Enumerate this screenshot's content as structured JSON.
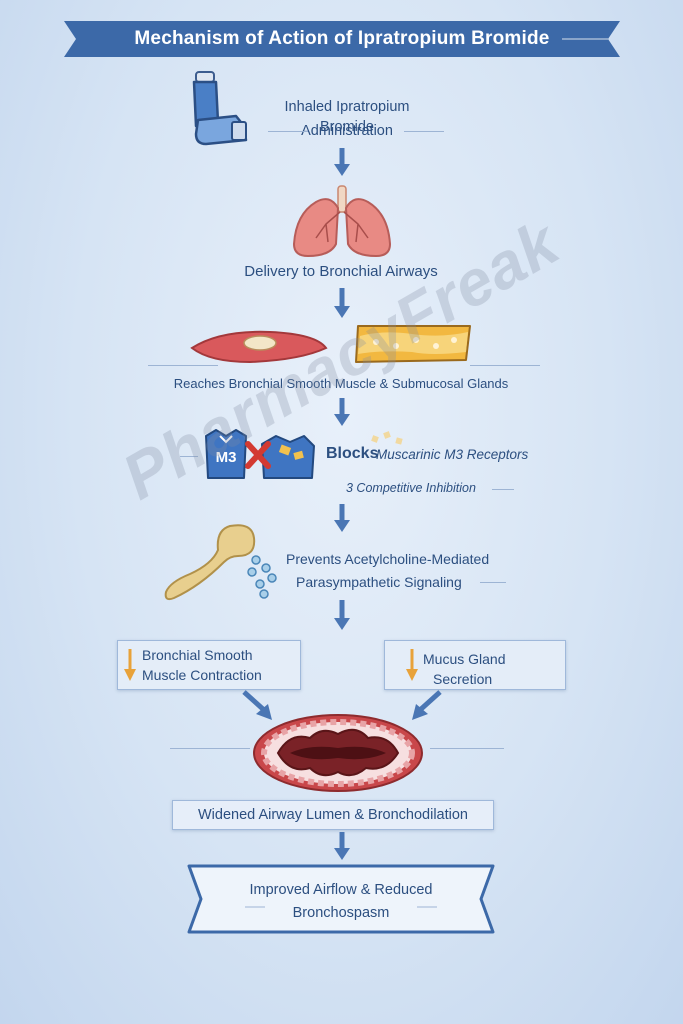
{
  "title": "Mechanism of Action of Ipratropium Bromide",
  "steps": {
    "s1_line1": "Inhaled Ipratropium Bromide",
    "s1_line2": "Administration",
    "s2": "Delivery to Bronchial Airways",
    "s3": "Reaches Bronchial Smooth Muscle & Submucosal Glands",
    "s4_main_bold": "Blocks",
    "s4_main_rest": "Muscarinic M3 Receptors",
    "s4_sub": "3 Competitive Inhibition",
    "s5_line1": "Prevents Acetylcholine-Mediated",
    "s5_line2": "Parasympathetic Signaling"
  },
  "effects": {
    "left_line1": "Bronchial Smooth",
    "left_line2": "Muscle Contraction",
    "right_line1": "Mucus Gland",
    "right_line2": "Secretion"
  },
  "m3_label": "M3",
  "result": "Widened Airway Lumen & Bronchodilation",
  "outcome_line1": "Improved Airflow & Reduced",
  "outcome_line2": "Bronchospasm",
  "watermark": "PharmacyFreak",
  "colors": {
    "banner": "#3c69a8",
    "arrow": "#4a76b4",
    "down_arrow": "#e8a23a",
    "text": "#2c4f80"
  }
}
